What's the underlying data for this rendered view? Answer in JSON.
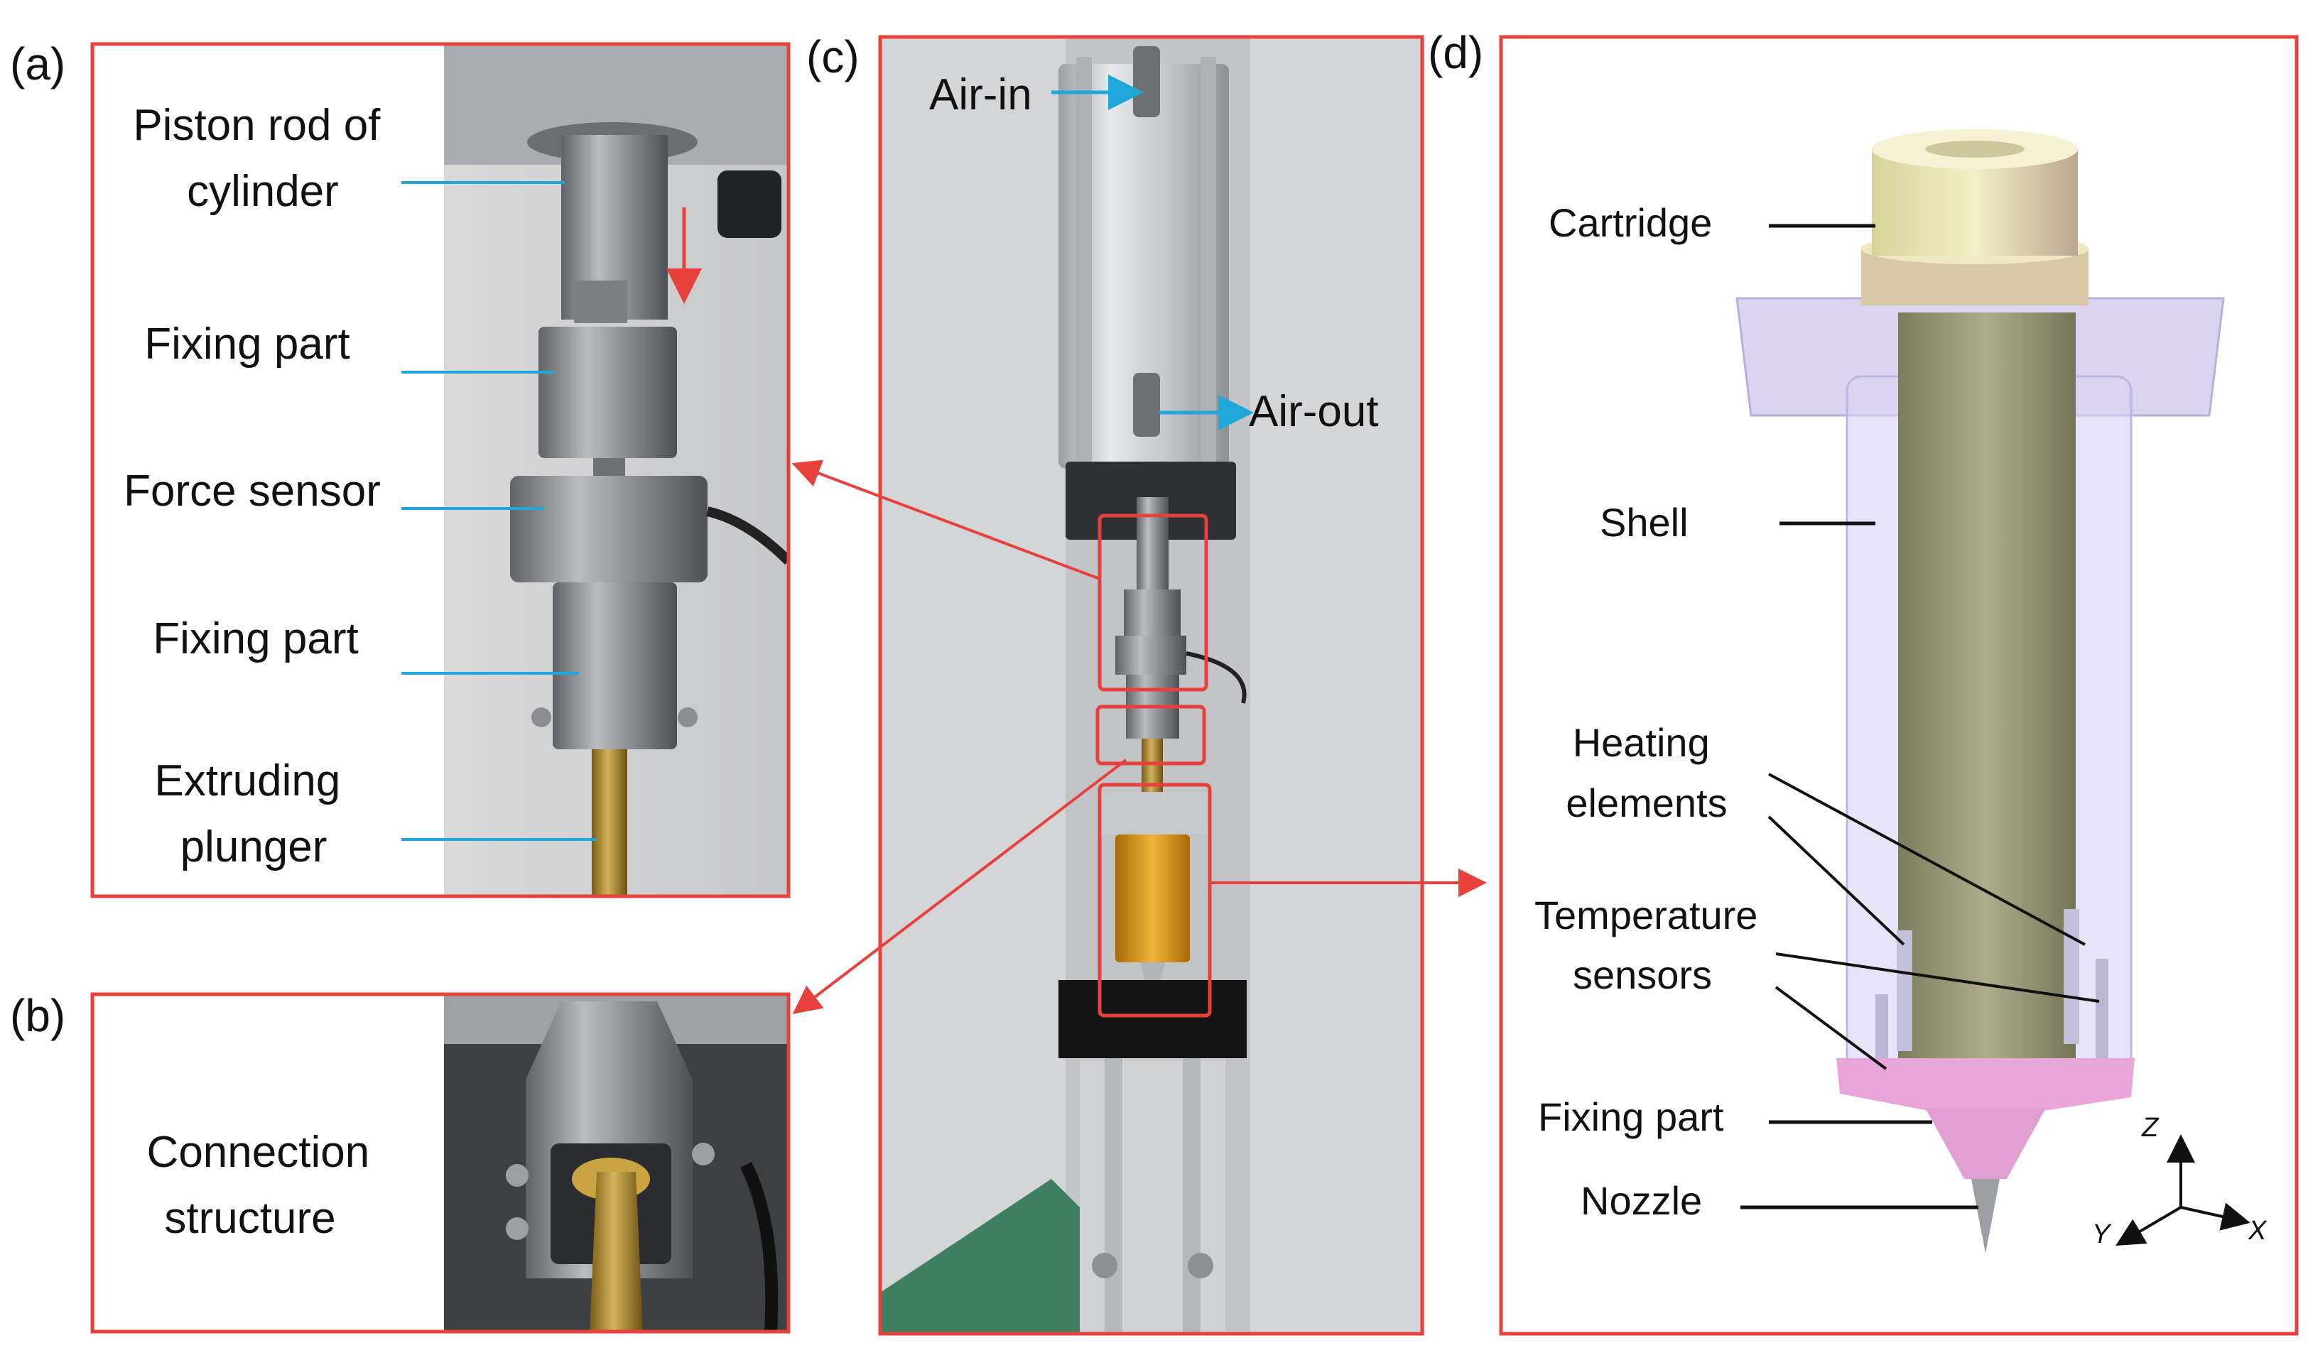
{
  "colors": {
    "frame_red": "#e8413c",
    "cyan_leader": "#1ea7d8",
    "black_leader": "#111111",
    "brass": "#b08a2e",
    "steel": "#8f949a",
    "shell_lilac": "#cdc6ec",
    "core_olive": "#9c9a78",
    "cartridge_gold": "#e7e2b0",
    "fixing_pink": "#e9a5d9"
  },
  "panels": {
    "a": {
      "tag": "(a)",
      "labels": [
        {
          "lines": [
            "Piston rod of",
            "cylinder"
          ]
        },
        {
          "lines": [
            "Fixing part"
          ]
        },
        {
          "lines": [
            "Force sensor"
          ]
        },
        {
          "lines": [
            "Fixing part"
          ]
        },
        {
          "lines": [
            "Extruding",
            "plunger"
          ]
        }
      ]
    },
    "b": {
      "tag": "(b)",
      "labels": [
        {
          "lines": [
            "Connection",
            "structure"
          ]
        }
      ]
    },
    "c": {
      "tag": "(c)",
      "labels": [
        {
          "lines": [
            "Air-in"
          ]
        },
        {
          "lines": [
            "Air-out"
          ]
        }
      ]
    },
    "d": {
      "tag": "(d)",
      "labels": [
        {
          "lines": [
            "Cartridge"
          ]
        },
        {
          "lines": [
            "Shell"
          ]
        },
        {
          "lines": [
            "Heating",
            "elements"
          ]
        },
        {
          "lines": [
            "Temperature",
            "sensors"
          ]
        },
        {
          "lines": [
            "Fixing part"
          ]
        },
        {
          "lines": [
            "Nozzle"
          ]
        }
      ],
      "axes": {
        "z": "Z",
        "y": "Y",
        "x": "X"
      }
    }
  }
}
